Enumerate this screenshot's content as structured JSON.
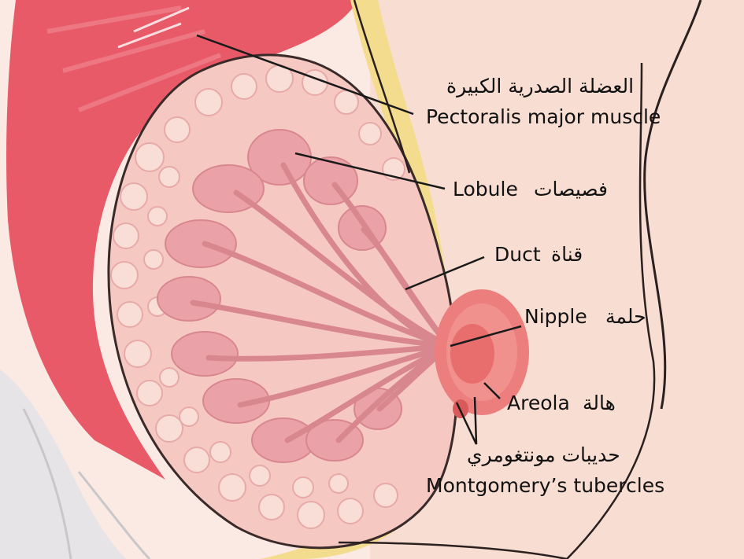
{
  "labels": {
    "pectoralis_ar": "العضلة الصدرية الكبيرة",
    "pectoralis_en": "Pectoralis major muscle",
    "lobule_en": "Lobule",
    "lobule_ar": "فصيصات",
    "duct_en": "Duct",
    "duct_ar": "قناة",
    "nipple_en": "Nipple",
    "nipple_ar": "حلمة",
    "areola_en": "Areola",
    "areola_ar": "هالة",
    "montgomery_ar": "حديبات مونتغومري",
    "montgomery_en": "Montgomery’s tubercles"
  },
  "colors": {
    "muscle": "#e85a68",
    "skin": "#f8ddd2",
    "fat_yellow": "#f4dc8f",
    "gland": "#eba1a8",
    "areola": "#ec7e7e",
    "leader": "#1a1a1a"
  }
}
